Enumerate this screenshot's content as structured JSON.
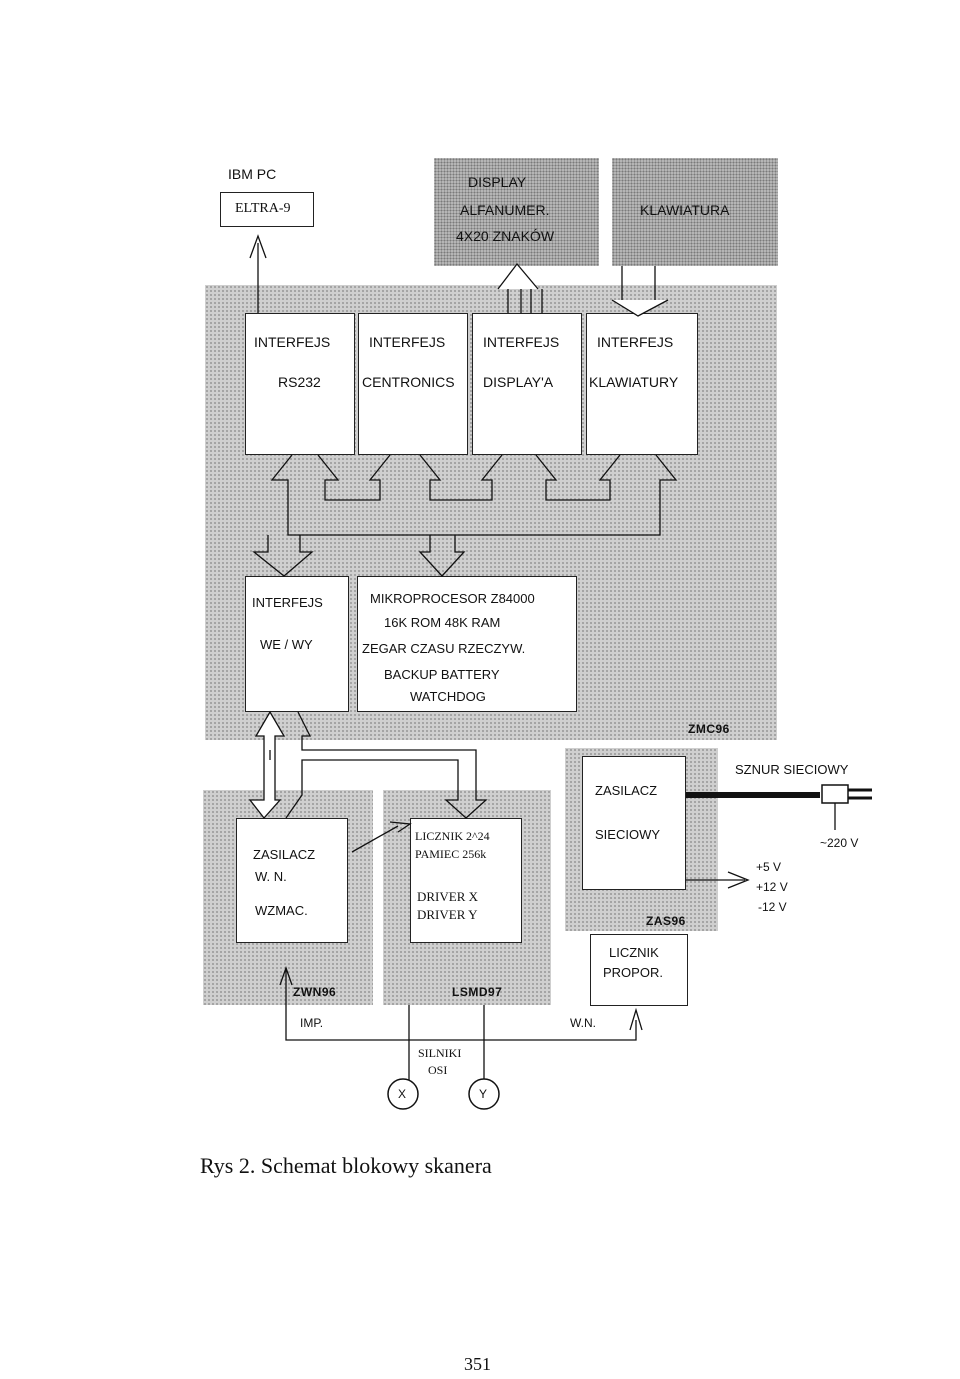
{
  "pc": {
    "label": "IBM PC",
    "box": "ELTRA-9"
  },
  "display": {
    "l1": "DISPLAY",
    "l2": "ALFANUMER.",
    "l3": "4X20 ZNAKÓW"
  },
  "keyboard": {
    "label": "KLAWIATURA"
  },
  "interfaces": [
    {
      "title": "INTERFEJS",
      "sub": "RS232"
    },
    {
      "title": "INTERFEJS",
      "sub": "CENTRONICS"
    },
    {
      "title": "INTERFEJS",
      "sub": "DISPLAY'A"
    },
    {
      "title": "INTERFEJS",
      "sub": "KLAWIATURY"
    }
  ],
  "io": {
    "title": "INTERFEJS",
    "sub": "WE / WY"
  },
  "cpu": {
    "l1": "MIKROPROCESOR Z84000",
    "l2": "16K ROM   48K RAM",
    "l3": "ZEGAR CZASU RZECZYW.",
    "l4": "BACKUP BATTERY",
    "l5": "WATCHDOG"
  },
  "zmc": "ZMC96",
  "supply": {
    "l1": "ZASILACZ",
    "l2": "SIECIOWY",
    "tag": "ZAS96"
  },
  "cord": {
    "label": "SZNUR SIECIOWY",
    "voltage": "~220 V"
  },
  "outputs": {
    "v1": "+5 V",
    "v2": "+12 V",
    "v3": "-12 V"
  },
  "zwn": {
    "l1": "ZASILACZ",
    "l2": "W. N.",
    "l3": "WZMAC.",
    "tag": "ZWN96"
  },
  "lsmd": {
    "l1": "LICZNIK 2^24",
    "l2": "PAMIEC 256k",
    "l3": "DRIVER  X",
    "l4": "DRIVER  Y",
    "tag": "LSMD97"
  },
  "counter": {
    "l1": "LICZNIK",
    "l2": "PROPOR."
  },
  "bottom": {
    "imp": "IMP.",
    "wn": "W.N.",
    "motors1": "SILNIKI",
    "motors2": "OSI",
    "x": "X",
    "y": "Y"
  },
  "caption": "Rys 2.  Schemat blokowy skanera",
  "page_number": "351"
}
